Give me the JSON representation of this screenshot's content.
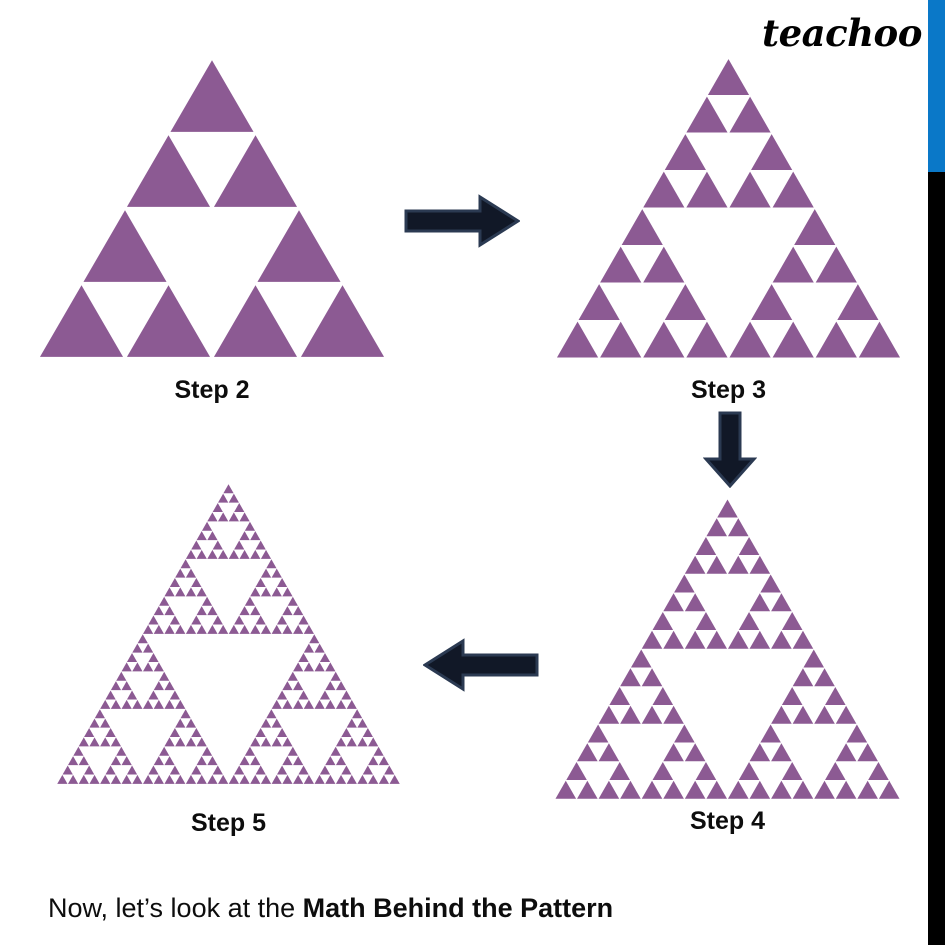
{
  "brand": {
    "name": "teachoo"
  },
  "colors": {
    "fractal_purple": "#8C5A93",
    "arrow_fill": "#111827",
    "arrow_stroke": "#2b3a52",
    "bar_blue": "#0a78c8",
    "bar_black": "#000000",
    "text": "#0d0d0d",
    "background": "#ffffff"
  },
  "figures": [
    {
      "id": "step-2",
      "label": "Step 2",
      "depth": 2,
      "filled_triangles": 9,
      "icon": "sierpinski-triangle-icon"
    },
    {
      "id": "step-3",
      "label": "Step 3",
      "depth": 3,
      "filled_triangles": 27,
      "icon": "sierpinski-triangle-icon"
    },
    {
      "id": "step-4",
      "label": "Step 4",
      "depth": 4,
      "filled_triangles": 81,
      "icon": "sierpinski-triangle-icon"
    },
    {
      "id": "step-5",
      "label": "Step 5",
      "depth": 5,
      "filled_triangles": 243,
      "icon": "sierpinski-triangle-icon"
    }
  ],
  "arrows": [
    {
      "id": "arrow-step2-to-step3",
      "direction": "right",
      "icon": "arrow-right-icon"
    },
    {
      "id": "arrow-step3-to-step4",
      "direction": "down",
      "icon": "arrow-down-icon"
    },
    {
      "id": "arrow-step4-to-step5",
      "direction": "left",
      "icon": "arrow-left-icon"
    }
  ],
  "bottom_note": {
    "lead": "Now, let’s look at the ",
    "emphasis": "Math Behind the Pattern"
  }
}
